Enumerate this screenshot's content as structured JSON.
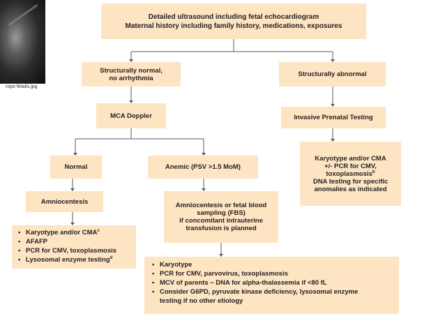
{
  "photo_caption": "rops-fetalis.jpg",
  "colors": {
    "box_fill": "#fde4c2",
    "text": "#231f20",
    "connector": "#5a5a5a"
  },
  "top": {
    "line1": "Detailed ultrasound including fetal echocardiogram",
    "line2": "Maternal history including family history, medications, exposures"
  },
  "normal_branch": {
    "title_line1": "Structurally normal,",
    "title_line2": "no arrhythmia",
    "mca": "MCA Doppler",
    "normal": "Normal",
    "anemic": "Anemic (PSV >1.5 MoM)",
    "amnio": "Amniocentesis",
    "normal_tests": {
      "items": [
        {
          "text": "Karyotype and/or CMA",
          "sup": "c"
        },
        {
          "text": "AFAFP",
          "sup": ""
        },
        {
          "text": "PCR for CMV, toxoplasmosis",
          "sup": ""
        },
        {
          "text": "Lysosomal enzyme testing",
          "sup": "d"
        }
      ]
    },
    "fbs": {
      "line1": "Amniocentesis or fetal blood",
      "line2": "sampling (FBS)",
      "line3": "if concomitant intrauterine",
      "line4": "transfusion is planned"
    },
    "anemic_tests": {
      "items": [
        "Karyotype",
        "PCR for CMV, parvovirus, toxoplasmosis",
        "MCV of parents – DNA for alpha-thalassemia if <80 fL",
        "Consider G6PD, pyruvate kinase deficiency, lysosomal enzyme",
        "testing if no other etiology"
      ]
    }
  },
  "abnormal_branch": {
    "title": "Structurally abnormal",
    "invasive": "Invasive Prenatal Testing",
    "tests": {
      "line1": "Karyotype and/or CMA",
      "line2": "+/- PCR for CMV,",
      "line3": "toxoplasmosis",
      "line3_sup": "b",
      "line4": "DNA testing for specific",
      "line5": "anomalies as indicated"
    }
  }
}
